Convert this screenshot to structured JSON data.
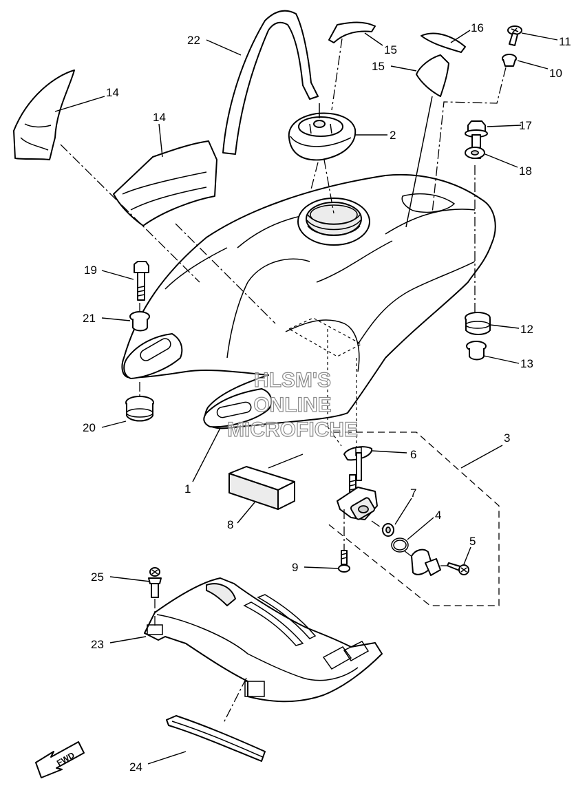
{
  "watermark": {
    "line1": "HLSM'S",
    "line2": "ONLINE",
    "line3": "MICROFICHE"
  },
  "direction_arrow": {
    "label": "FWD",
    "icon": "fwd-arrow-icon"
  },
  "callouts": {
    "c1": "1",
    "c2": "2",
    "c3": "3",
    "c4": "4",
    "c5": "5",
    "c6": "6",
    "c7": "7",
    "c8": "8",
    "c9": "9",
    "c10": "10",
    "c11": "11",
    "c12": "12",
    "c13": "13",
    "c14a": "14",
    "c14b": "14",
    "c15a": "15",
    "c15b": "15",
    "c16": "16",
    "c17": "17",
    "c18": "18",
    "c19": "19",
    "c20": "20",
    "c21": "21",
    "c22": "22",
    "c23": "23",
    "c24": "24",
    "c25": "25"
  }
}
